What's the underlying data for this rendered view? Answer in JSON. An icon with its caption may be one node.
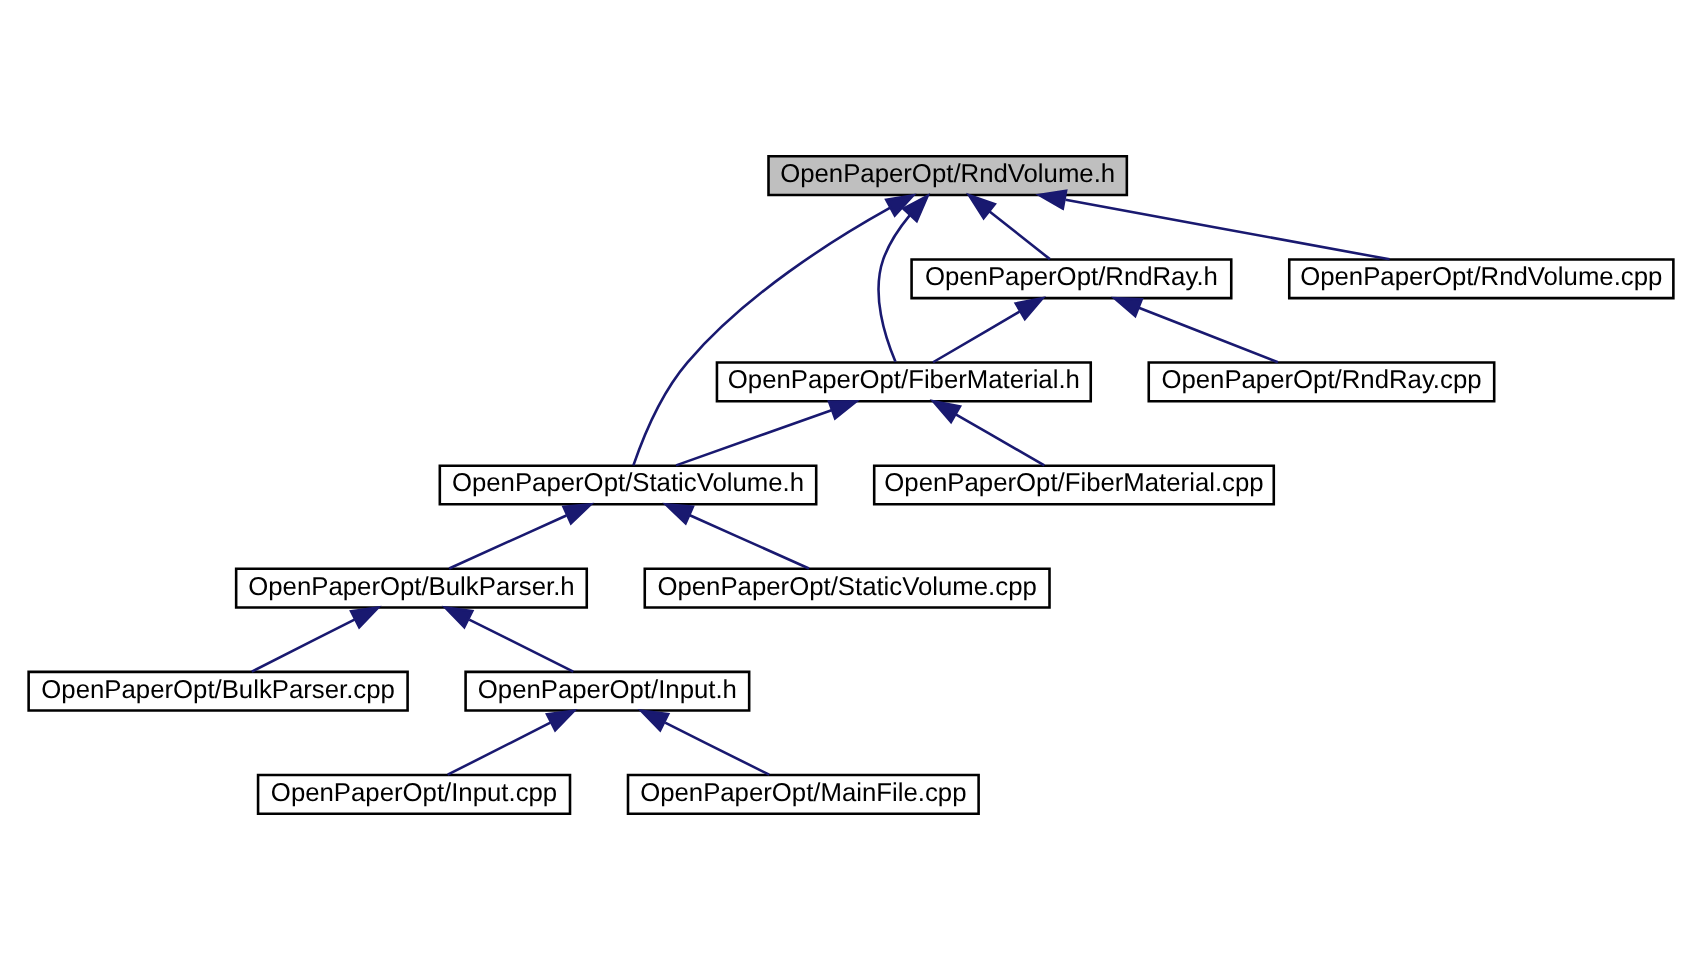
{
  "diagram": {
    "nodes": [
      {
        "text": [
          "OpenPaperOpt/RndVolume.h"
        ]
      },
      {
        "text": [
          "OpenPaperOpt/RndRay.h"
        ]
      },
      {
        "text": [
          "OpenPaperOpt/RndVolume.cpp"
        ]
      },
      {
        "text": [
          "OpenPaperOpt/FiberMaterial.h"
        ]
      },
      {
        "text": [
          "OpenPaperOpt/RndRay.cpp"
        ]
      },
      {
        "text": [
          "OpenPaperOpt/StaticVolume.h"
        ]
      },
      {
        "text": [
          "OpenPaperOpt/FiberMaterial.cpp"
        ]
      },
      {
        "text": [
          "OpenPaperOpt/BulkParser.h"
        ]
      },
      {
        "text": [
          "OpenPaperOpt/StaticVolume.cpp"
        ]
      },
      {
        "text": [
          "OpenPaperOpt/BulkParser.cpp"
        ]
      },
      {
        "text": [
          "OpenPaperOpt/Input.h"
        ]
      },
      {
        "text": [
          "OpenPaperOpt/Input.cpp"
        ]
      },
      {
        "text": [
          "OpenPaperOpt/MainFile.cpp"
        ]
      }
    ],
    "edges": [
      {
        "from": 1,
        "to": 0,
        "arrow": "to"
      },
      {
        "from": 2,
        "to": 0,
        "arrow": "to"
      },
      {
        "from": 3,
        "to": 0,
        "arrow": "to"
      },
      {
        "from": 5,
        "to": 0,
        "arrow": "to"
      },
      {
        "from": 3,
        "to": 1,
        "arrow": "to"
      },
      {
        "from": 4,
        "to": 1,
        "arrow": "to"
      },
      {
        "from": 5,
        "to": 3,
        "arrow": "to"
      },
      {
        "from": 6,
        "to": 3,
        "arrow": "to"
      },
      {
        "from": 7,
        "to": 5,
        "arrow": "to"
      },
      {
        "from": 8,
        "to": 5,
        "arrow": "to"
      },
      {
        "from": 9,
        "to": 7,
        "arrow": "to"
      },
      {
        "from": 10,
        "to": 7,
        "arrow": "to"
      },
      {
        "from": 11,
        "to": 10,
        "arrow": "to"
      },
      {
        "from": 12,
        "to": 10,
        "arrow": "to"
      }
    ]
  }
}
